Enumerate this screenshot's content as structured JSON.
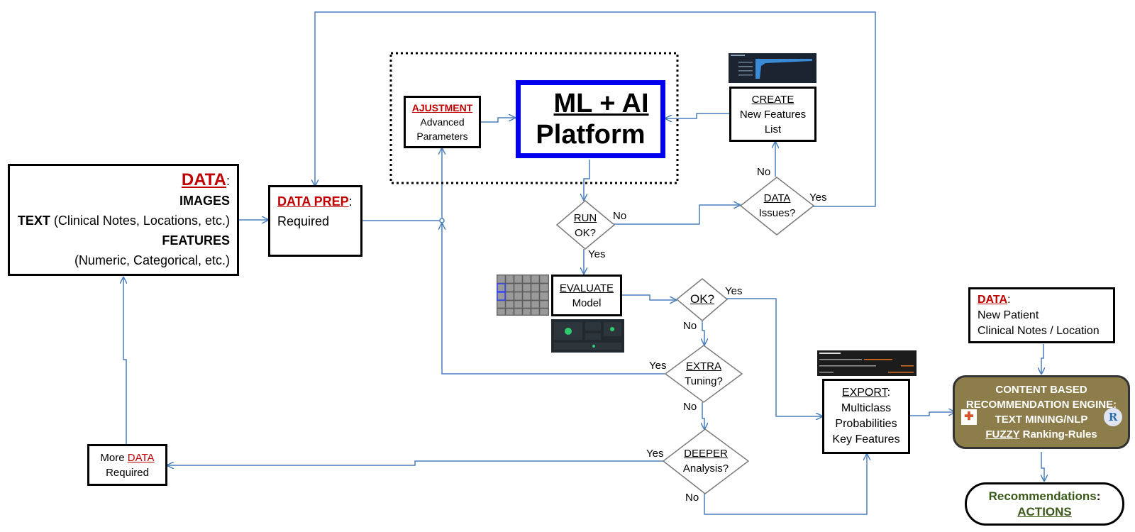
{
  "data_box": {
    "title": "DATA",
    "colon": ":",
    "images": "IMAGES",
    "text_label": "TEXT",
    "text_detail": "(Clinical Notes, Locations, etc.)",
    "features": "FEATURES",
    "features_detail": "(Numeric, Categorical, etc.)"
  },
  "data_prep": {
    "title": "DATA PREP",
    "colon": ":",
    "sub": "Required"
  },
  "adjustment": {
    "title": "AJUSTMENT",
    "line1": "Advanced",
    "line2": "Parameters"
  },
  "platform": {
    "line1": "ML + AI",
    "line2": "Platform"
  },
  "create": {
    "title": "CREATE",
    "line1": "New Features",
    "line2": "List"
  },
  "run_ok": {
    "line1": "RUN",
    "line2": "OK?"
  },
  "data_issues": {
    "line1": "DATA",
    "line2": "Issues?"
  },
  "evaluate": {
    "title": "EVALUATE",
    "sub": "Model"
  },
  "ok": {
    "line1": "OK?"
  },
  "extra": {
    "line1": "EXTRA",
    "line2": "Tuning?"
  },
  "deeper": {
    "line1": "DEEPER",
    "line2": "Analysis?"
  },
  "more_data": {
    "prefix": "More",
    "title": "DATA",
    "sub": "Required"
  },
  "export": {
    "title": "EXPORT",
    "colon": ":",
    "line1": "Multiclass",
    "line2": "Probabilities",
    "line3": "Key Features"
  },
  "new_patient": {
    "title": "DATA",
    "colon": ":",
    "line1": "New Patient",
    "line2": "Clinical Notes / Location"
  },
  "engine": {
    "line1": "CONTENT BASED",
    "line2": "RECOMMENDATION ENGINE:",
    "line3": "TEXT MINING/NLP",
    "line4_u": "FUZZY",
    "line4_rest": "Ranking-Rules",
    "r_logo": "R"
  },
  "recommendations": {
    "title": "Recommendations",
    "colon": ":",
    "sub": "ACTIONS"
  },
  "labels": {
    "run_no": "No",
    "run_yes": "Yes",
    "issues_no": "No",
    "issues_yes": "Yes",
    "ok_yes": "Yes",
    "ok_no": "No",
    "extra_yes": "Yes",
    "extra_no": "No",
    "deeper_yes": "Yes",
    "deeper_no": "No"
  },
  "colors": {
    "arrow": "#4a7ebb",
    "red": "#c00000",
    "platform_border": "#0000ee",
    "engine_fill": "#8c7d4a",
    "engine_border": "#333333",
    "recommend_text": "#3b5a1a"
  }
}
